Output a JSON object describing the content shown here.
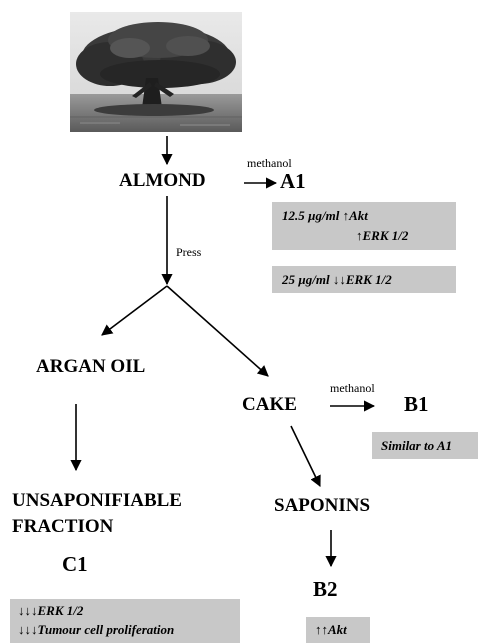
{
  "nodes": {
    "almond": "ALMOND",
    "a1": "A1",
    "argan_oil": "ARGAN OIL",
    "cake": "CAKE",
    "b1": "B1",
    "unsap_line1": "UNSAPONIFIABLE",
    "unsap_line2": "FRACTION",
    "c1": "C1",
    "saponins": "SAPONINS",
    "b2": "B2"
  },
  "edge_labels": {
    "methanol_a1": "methanol",
    "press": "Press",
    "methanol_b1": "methanol"
  },
  "boxes": {
    "a1_box1_line1": "12.5 µg/ml ↑Akt",
    "a1_box1_line2": "↑ERK 1/2",
    "a1_box2": "25 µg/ml ↓↓ERK 1/2",
    "b1_box": "Similar to A1",
    "c1_line1": "↓↓↓ERK 1/2",
    "c1_line2": "↓↓↓Tumour cell proliferation",
    "b2_box": "↑↑Akt"
  },
  "colors": {
    "box_fill": "#c8c8c8",
    "text": "#000000"
  }
}
